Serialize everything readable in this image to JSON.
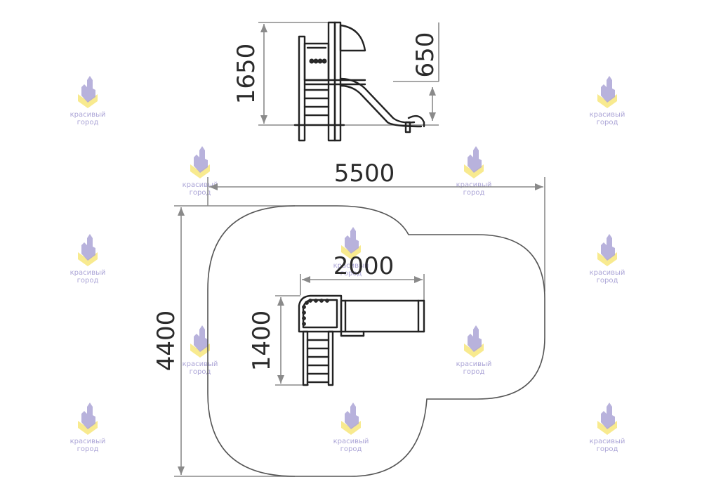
{
  "dimensions": {
    "side_height": "1650",
    "slide_height": "650",
    "zone_width": "5500",
    "zone_depth": "4400",
    "equipment_width": "2000",
    "equipment_depth": "1400"
  },
  "watermark": {
    "line1": "красивый",
    "line2": "город"
  },
  "colors": {
    "dimension": "#8a8a8a",
    "outline": "#222222",
    "watermark_yellow": "#f6e36a",
    "watermark_purple": "#8f86c9"
  }
}
